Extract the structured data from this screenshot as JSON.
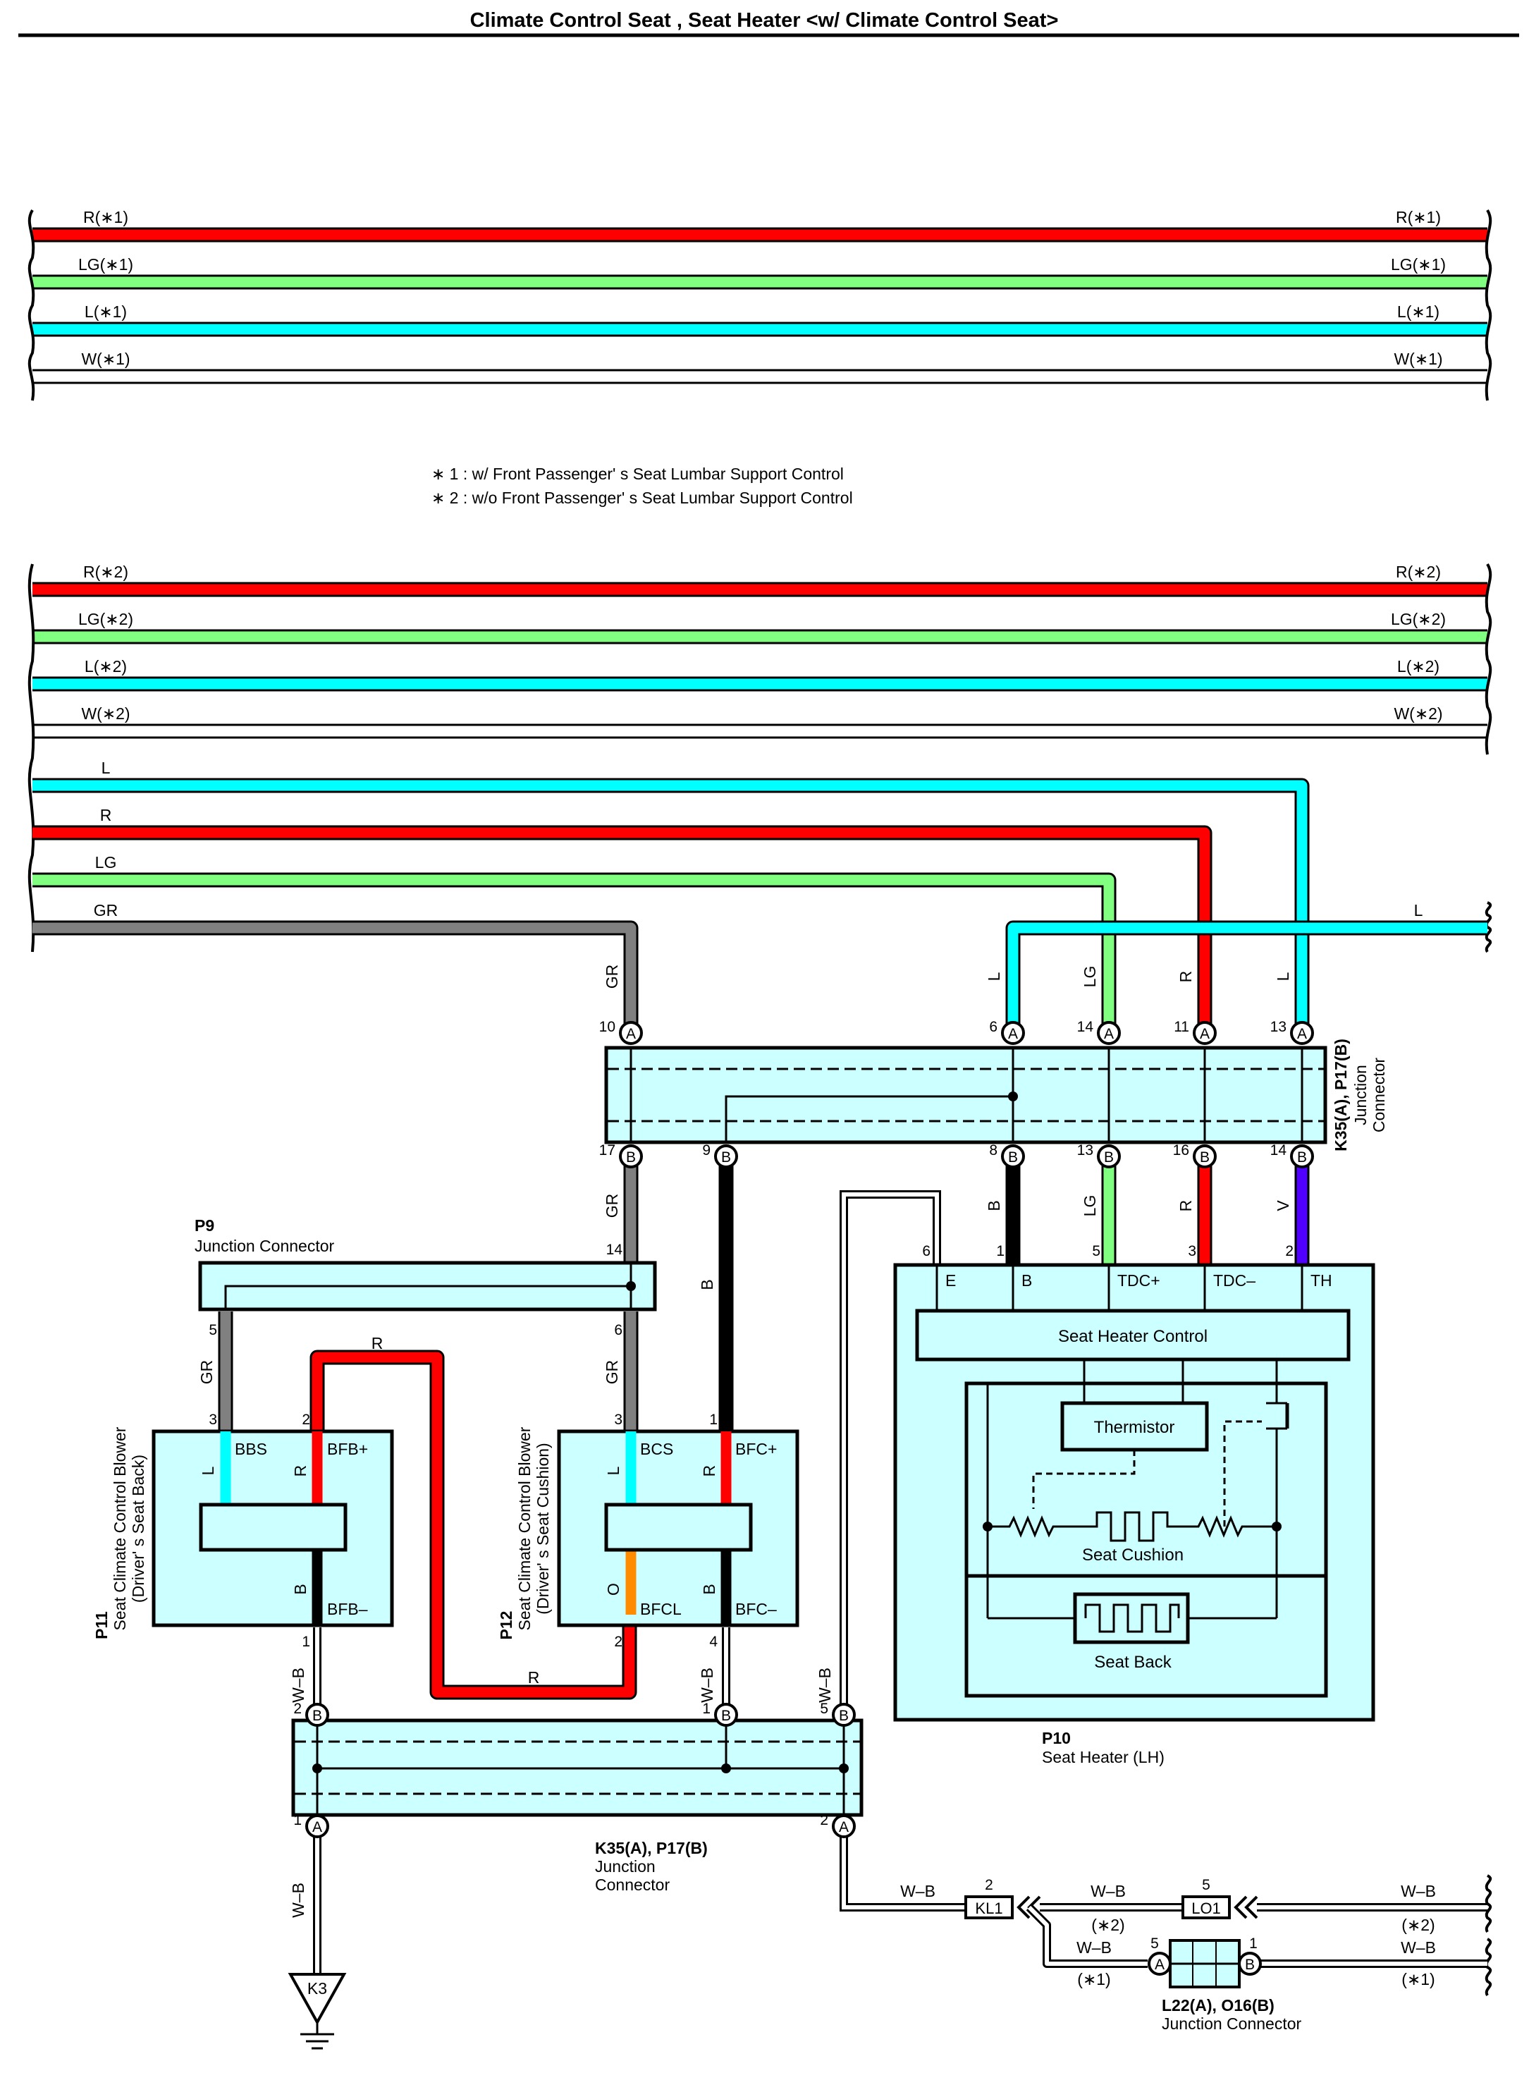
{
  "title": "Climate Control Seat , Seat Heater <w/ Climate Control Seat>",
  "notes": [
    "∗ 1 : w/ Front Passenger' s Seat Lumbar Support Control",
    "∗ 2 : w/o Front Passenger' s Seat Lumbar Support Control"
  ],
  "colors": {
    "R": "#ff0000",
    "LG": "#80ff80",
    "L": "#00ffff",
    "W": "#ffffff",
    "GR": "#808080",
    "B": "#000000",
    "V": "#5000ff",
    "O": "#ff8c00",
    "component_fill": "#ccffff"
  },
  "bus_group_1": [
    {
      "color": "R",
      "left": "R(∗1)",
      "right": "R(∗1)"
    },
    {
      "color": "LG",
      "left": "LG(∗1)",
      "right": "LG(∗1)"
    },
    {
      "color": "L",
      "left": "L(∗1)",
      "right": "L(∗1)"
    },
    {
      "color": "W",
      "left": "W(∗1)",
      "right": "W(∗1)"
    }
  ],
  "bus_group_2": [
    {
      "color": "R",
      "left": "R(∗2)",
      "right": "R(∗2)"
    },
    {
      "color": "LG",
      "left": "LG(∗2)",
      "right": "LG(∗2)"
    },
    {
      "color": "L",
      "left": "L(∗2)",
      "right": "L(∗2)"
    },
    {
      "color": "W",
      "left": "W(∗2)",
      "right": "W(∗2)"
    }
  ],
  "feed_wires": [
    "L",
    "R",
    "LG",
    "GR"
  ],
  "right_l_wire": "L",
  "drop_labels": {
    "gr": "GR",
    "l1": "L",
    "lg": "LG",
    "r": "R",
    "l2": "L"
  },
  "jc_top": {
    "name": "K35(A), P17(B)",
    "desc1": "Junction",
    "desc2": "Connector",
    "top_pins": [
      {
        "num": "10",
        "conn": "A"
      },
      {
        "num": "6",
        "conn": "A"
      },
      {
        "num": "14",
        "conn": "A"
      },
      {
        "num": "11",
        "conn": "A"
      },
      {
        "num": "13",
        "conn": "A"
      }
    ],
    "bottom_pins": [
      {
        "num": "17",
        "conn": "B"
      },
      {
        "num": "9",
        "conn": "B"
      },
      {
        "num": "8",
        "conn": "B"
      },
      {
        "num": "13",
        "conn": "B"
      },
      {
        "num": "16",
        "conn": "B"
      },
      {
        "num": "14",
        "conn": "B"
      }
    ]
  },
  "under_top_labels": {
    "gr": "GR",
    "b": "B",
    "lg": "LG",
    "r": "R",
    "v": "V"
  },
  "p9": {
    "id": "P9",
    "name": "Junction Connector",
    "pin_in": "14",
    "pin_left": "5",
    "pin_right": "6"
  },
  "p9_labels": {
    "gr_left": "GR",
    "gr_right": "GR",
    "b": "B"
  },
  "p11": {
    "id": "P11",
    "name": "Seat Climate Control Blower",
    "sub": "(Driver' s Seat Back)",
    "pins": {
      "bbs": "3",
      "bfbp": "2",
      "bfbm": "1"
    },
    "terms": {
      "bbs": "BBS",
      "bfbp": "BFB+",
      "bfbm": "BFB–"
    },
    "inner": {
      "l": "L",
      "r": "R",
      "b": "B"
    }
  },
  "p12": {
    "id": "P12",
    "name": "Seat Climate Control Blower",
    "sub": "(Driver' s Seat Cushion)",
    "pins": {
      "bcs": "3",
      "bfcp": "1",
      "bfcl": "2",
      "bfcm": "4"
    },
    "terms": {
      "bcs": "BCS",
      "bfcp": "BFC+",
      "bfcl": "BFCL",
      "bfcm": "BFC–"
    },
    "inner": {
      "l": "L",
      "r": "R",
      "o": "O",
      "b": "B"
    }
  },
  "r_loop_labels": {
    "top": "R",
    "bottom": "R"
  },
  "p10": {
    "id": "P10",
    "name": "Seat Heater (LH)",
    "pins": {
      "e": "6",
      "b": "1",
      "tdcp": "5",
      "tdcm": "3",
      "th": "2"
    },
    "terms": {
      "e": "E",
      "b": "B",
      "tdcp": "TDC+",
      "tdcm": "TDC–",
      "th": "TH"
    },
    "control": "Seat Heater Control",
    "thermistor": "Thermistor",
    "cushion": "Seat Cushion",
    "back": "Seat Back"
  },
  "wb_labels": {
    "p11": "W–B",
    "p12": "W–B",
    "p10": "W–B",
    "ground": "W–B"
  },
  "jc_bottom": {
    "name": "K35(A), P17(B)",
    "desc1": "Junction",
    "desc2": "Connector",
    "top_pins": [
      {
        "num": "2",
        "conn": "B"
      },
      {
        "num": "1",
        "conn": "B"
      },
      {
        "num": "5",
        "conn": "B"
      }
    ],
    "bottom_pins": [
      {
        "num": "1",
        "conn": "A"
      },
      {
        "num": "2",
        "conn": "A"
      }
    ]
  },
  "ground": {
    "id": "K3"
  },
  "kl1": {
    "id": "KL1",
    "pin": "2",
    "wire": "W–B"
  },
  "lo1": {
    "id": "LO1",
    "pin": "5"
  },
  "wire_kl_lo": {
    "label": "W–B",
    "note": "(∗2)"
  },
  "wire_lo_right": {
    "label": "W–B",
    "note": "(∗2)"
  },
  "wire_to_l22": {
    "label": "W–B",
    "note": "(∗1)"
  },
  "wire_l22_right": {
    "label": "W–B",
    "note": "(∗1)"
  },
  "l22": {
    "name": "L22(A), O16(B)",
    "desc": "Junction Connector",
    "pin_a": "5",
    "conn_a": "A",
    "pin_b": "1",
    "conn_b": "B"
  }
}
